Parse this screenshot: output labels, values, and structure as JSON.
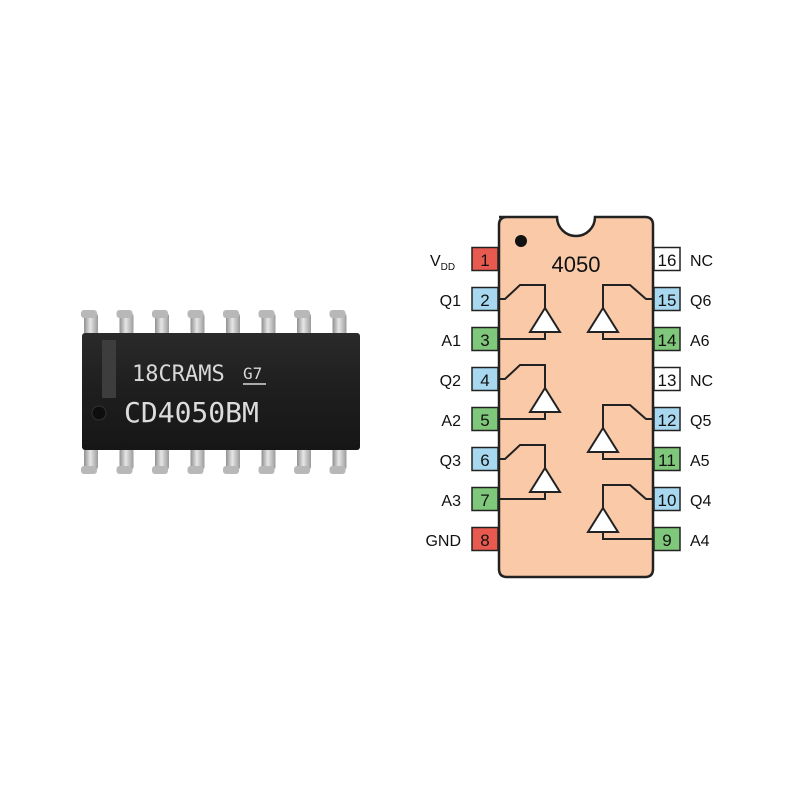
{
  "photo": {
    "marking_line1": "18CRAMS",
    "marking_code": "G7",
    "marking_line2": "CD4050BM"
  },
  "pinout": {
    "chip_label": "4050",
    "colors": {
      "body": "#f9c9a8",
      "power": "#e85a4f",
      "output": "#a8d8f0",
      "input": "#7fc77a",
      "nc": "#ffffff"
    },
    "left_pins": [
      {
        "num": "1",
        "label": "V",
        "sub": "DD",
        "kind": "power"
      },
      {
        "num": "2",
        "label": "Q1",
        "kind": "output"
      },
      {
        "num": "3",
        "label": "A1",
        "kind": "input"
      },
      {
        "num": "4",
        "label": "Q2",
        "kind": "output"
      },
      {
        "num": "5",
        "label": "A2",
        "kind": "input"
      },
      {
        "num": "6",
        "label": "Q3",
        "kind": "output"
      },
      {
        "num": "7",
        "label": "A3",
        "kind": "input"
      },
      {
        "num": "8",
        "label": "GND",
        "kind": "power"
      }
    ],
    "right_pins": [
      {
        "num": "16",
        "label": "NC",
        "kind": "nc"
      },
      {
        "num": "15",
        "label": "Q6",
        "kind": "output"
      },
      {
        "num": "14",
        "label": "A6",
        "kind": "input"
      },
      {
        "num": "13",
        "label": "NC",
        "kind": "nc"
      },
      {
        "num": "12",
        "label": "Q5",
        "kind": "output"
      },
      {
        "num": "11",
        "label": "A5",
        "kind": "input"
      },
      {
        "num": "10",
        "label": "Q4",
        "kind": "output"
      },
      {
        "num": "9",
        "label": "A4",
        "kind": "input"
      }
    ]
  }
}
